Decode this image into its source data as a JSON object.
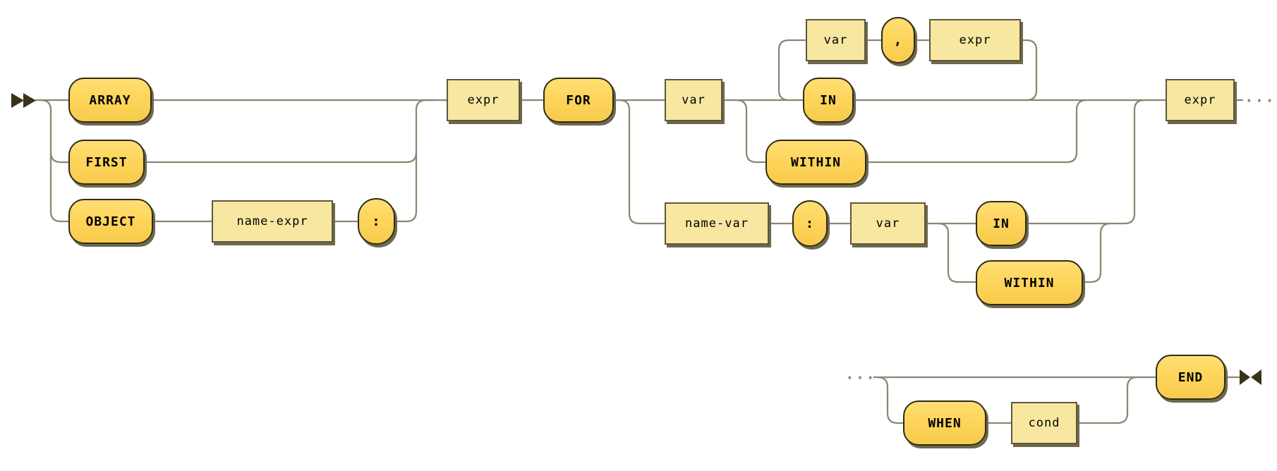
{
  "diagram": {
    "description": "Railroad syntax diagram for collection expression: ARRAY | FIRST | OBJECT name-expr : expr FOR var | name-var : var IN | WITHIN ... WHEN cond END",
    "colors": {
      "line": "#8b8672",
      "keyword_fill": "#fed55c",
      "keyword_border": "#2e2a17",
      "nonterminal_fill": "#f8e7a1",
      "nonterminal_border": "#5c573d",
      "shadow": "#6e684e",
      "arrow": "#393318"
    },
    "icons": {
      "start": "double-right-arrow",
      "end": "bowtie-end-arrow"
    },
    "continuation": {
      "row1_trailing": "···",
      "row2_leading": "···"
    },
    "nodes": {
      "array_kw": "ARRAY",
      "first_kw": "FIRST",
      "object_kw": "OBJECT",
      "name_expr_nt": "name-expr",
      "colon1": ":",
      "expr1_nt": "expr",
      "for_kw": "FOR",
      "var1_nt": "var",
      "loop_var_nt": "var",
      "comma": ",",
      "loop_expr_nt": "expr",
      "in1_kw": "IN",
      "within1_kw": "WITHIN",
      "name_var_nt": "name-var",
      "colon2": ":",
      "var2_nt": "var",
      "in2_kw": "IN",
      "within2_kw": "WITHIN",
      "expr_final_nt": "expr",
      "when_kw": "WHEN",
      "cond_nt": "cond",
      "end_kw": "END"
    }
  }
}
